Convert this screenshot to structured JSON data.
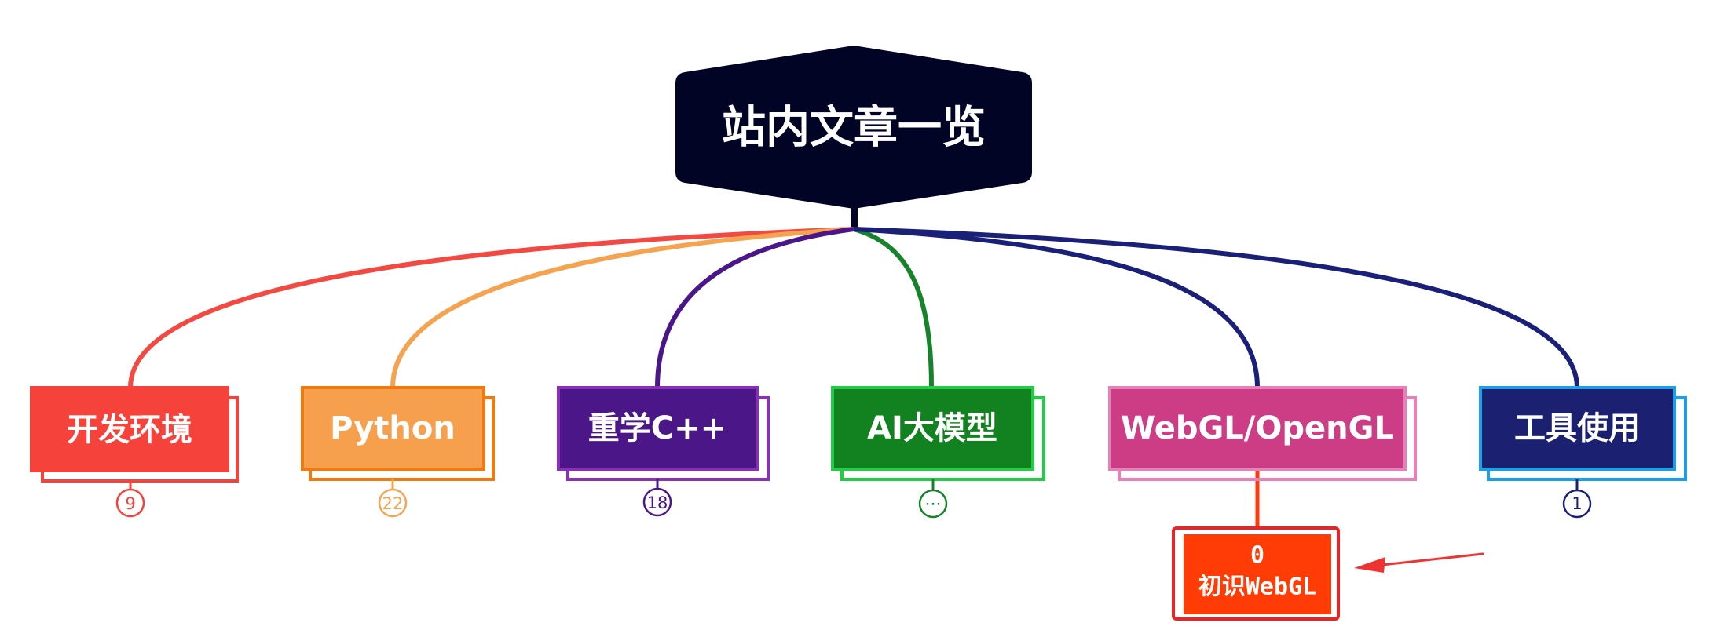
{
  "root": {
    "label": "站内文章一览",
    "color": "#020426"
  },
  "branches": [
    {
      "label": "开发环境",
      "count": "9",
      "fill": "#f5423b",
      "border": "#f5423b",
      "shadow": "#f5423b",
      "line": "#f24a42"
    },
    {
      "label": "Python",
      "count": "22",
      "fill": "#f6a04d",
      "border": "#f07a10",
      "shadow": "#f07a10",
      "line": "#f4a451"
    },
    {
      "label": "重学C++",
      "count": "18",
      "fill": "#4b1788",
      "border": "#8a2fb8",
      "shadow": "#8a2fb8",
      "line": "#4b1788"
    },
    {
      "label": "AI大模型",
      "count": "⋯",
      "fill": "#128220",
      "border": "#22cc44",
      "shadow": "#22cc44",
      "line": "#16822a"
    },
    {
      "label": "WebGL/OpenGL",
      "count": "",
      "fill": "#cc3d86",
      "border": "#e87fb8",
      "shadow": "#e87fb8",
      "line": "#1a2078"
    },
    {
      "label": "工具使用",
      "count": "1",
      "fill": "#1b2170",
      "border": "#1c9ee8",
      "shadow": "#1c9ee8",
      "line": "#1a2078"
    }
  ],
  "subtopic": {
    "count": "0",
    "label": "初识WebGL",
    "fill": "#ff3c05",
    "border": "#ee2222"
  },
  "annotation": {
    "color": "#ee3333"
  }
}
